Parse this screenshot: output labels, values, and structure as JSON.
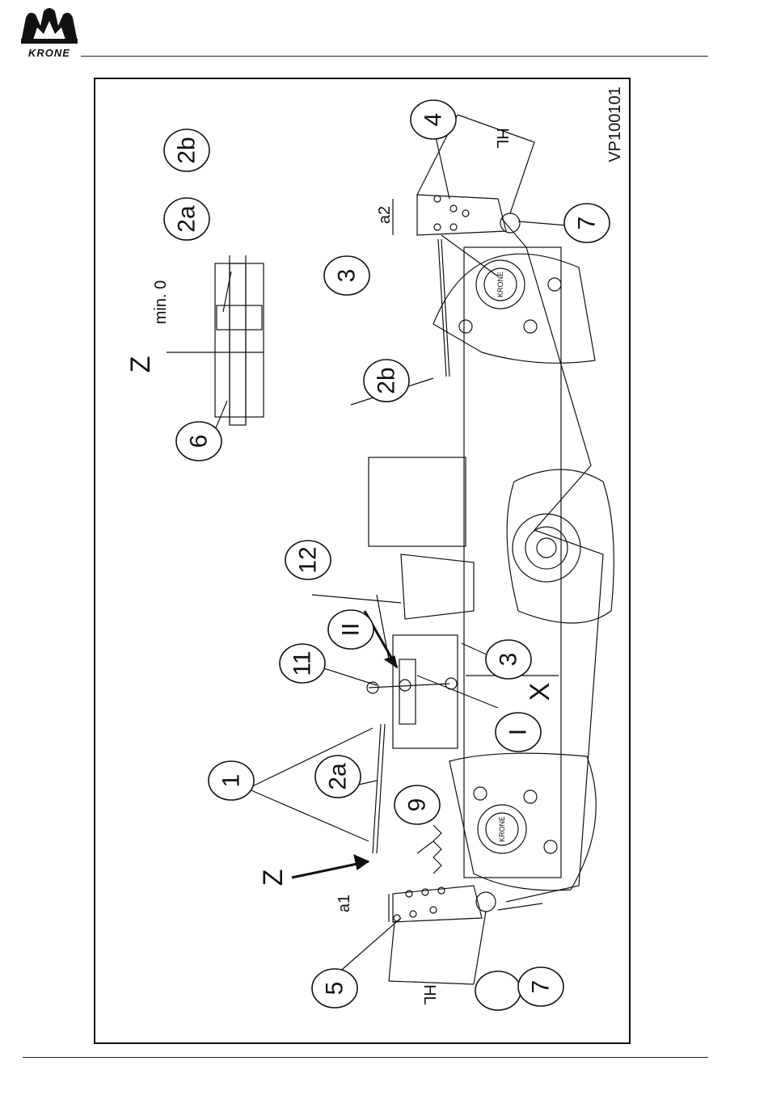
{
  "brand": {
    "name": "KRONE"
  },
  "drawing": {
    "code": "VP100101",
    "callouts": {
      "c1": "1",
      "c2a_top": "2a",
      "c2b_top": "2b",
      "c2a": "2a",
      "c2b": "2b",
      "c3_top": "3",
      "c3_mid": "3",
      "c4": "4",
      "c5": "5",
      "c6": "6",
      "c7_top": "7",
      "c7_bottom": "7",
      "c9": "9",
      "c11": "11",
      "c12": "12",
      "cI": "I",
      "cII": "II"
    },
    "labels": {
      "z_detail": "Z",
      "z_arrow": "Z",
      "min": "min. 0",
      "a1": "a1",
      "a2": "a2",
      "hl_top": "HL",
      "hl_bottom": "HL",
      "x": "X",
      "hub_top": "KRONE",
      "hub_bottom": "KRONE"
    }
  },
  "colors": {
    "line": "#111111",
    "background": "#ffffff"
  }
}
